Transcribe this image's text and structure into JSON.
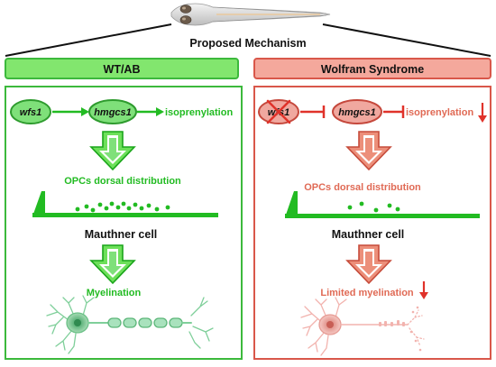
{
  "title": "Proposed Mechanism",
  "colors": {
    "wt_border": "#3cb93c",
    "wt_header_fill": "#82e66e",
    "wt_accent": "#22bb22",
    "ws_border": "#d9574a",
    "ws_header_fill": "#f4a89c",
    "ws_accent": "#e06a55",
    "inhibit_red": "#e0322a",
    "neuron_green": "#7fcf9a",
    "neuron_pink": "#f2b3ae",
    "text_dark": "#111111"
  },
  "panels": {
    "wt": {
      "header": "WT/AB",
      "gene1": "wfs1",
      "gene2": "hmgcs1",
      "process": "isoprenylation",
      "distribution": "OPCs dorsal distribution",
      "cell": "Mauthner cell",
      "outcome": "Myelination"
    },
    "ws": {
      "header": "Wolfram Syndrome",
      "gene1": "wfs1",
      "gene2": "hmgcs1",
      "process": "isoprenylation",
      "distribution": "OPCs dorsal distribution",
      "cell": "Mauthner cell",
      "outcome": "Limited myelination"
    }
  },
  "icons": {
    "fish": "zebrafish-larva-icon",
    "arrow": "arrow-right-icon",
    "inhibit": "inhibition-bar-icon",
    "down": "down-arrow-icon",
    "cross": "cross-out-icon",
    "neuron": "neuron-icon"
  }
}
